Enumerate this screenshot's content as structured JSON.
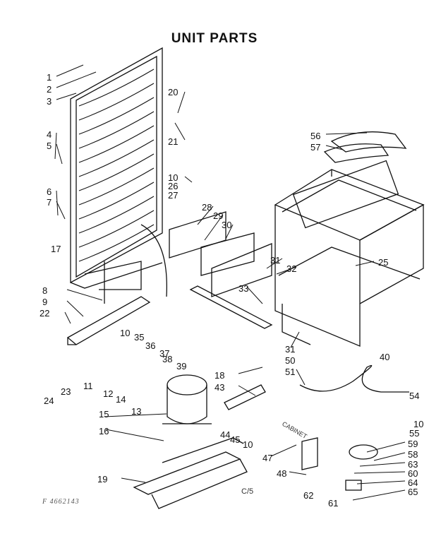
{
  "title": "UNIT PARTS",
  "page_code": "C/5",
  "stamp": "F 4662143",
  "cabinet_label": "CABINET",
  "callouts": [
    "1",
    "2",
    "3",
    "4",
    "5",
    "6",
    "7",
    "17",
    "8",
    "9",
    "22",
    "10",
    "35",
    "36",
    "37",
    "20",
    "21",
    "10",
    "26",
    "27",
    "28",
    "29",
    "30",
    "31",
    "32",
    "33",
    "25",
    "56",
    "57",
    "11",
    "12",
    "14",
    "13",
    "38",
    "39",
    "18",
    "43",
    "23",
    "24",
    "15",
    "16",
    "44",
    "45",
    "10",
    "19",
    "40",
    "54",
    "10",
    "55",
    "31",
    "50",
    "51",
    "47",
    "48",
    "59",
    "58",
    "63",
    "60",
    "64",
    "65",
    "62",
    "61"
  ],
  "colors": {
    "ink": "#111111",
    "paper": "#ffffff"
  }
}
